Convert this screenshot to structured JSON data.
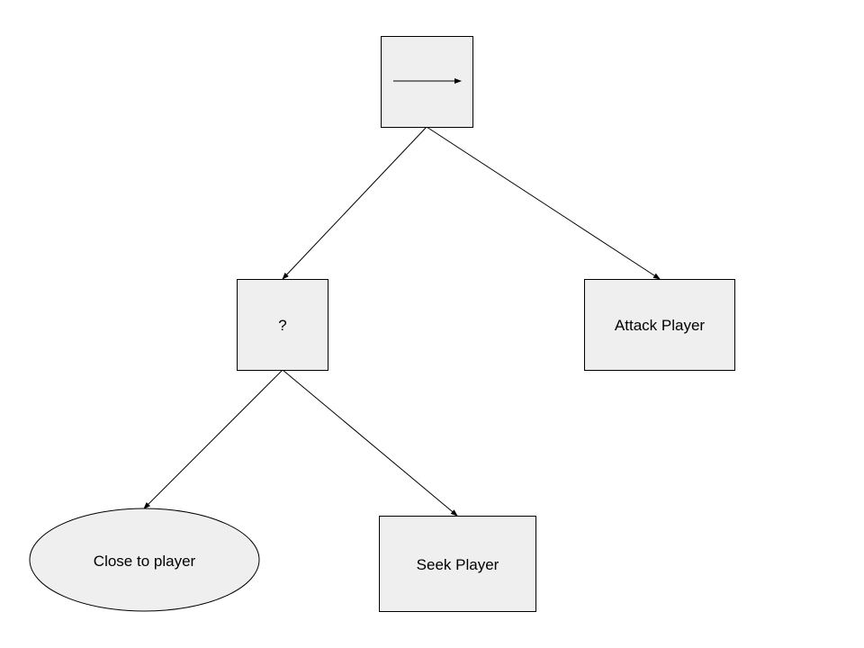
{
  "diagram": {
    "colors": {
      "node_fill": "#efefef",
      "stroke": "#000000",
      "background": "#ffffff"
    },
    "nodes": {
      "sequence": {
        "label": "",
        "icon": "right-arrow-icon",
        "shape": "rectangle"
      },
      "selector": {
        "label": "?",
        "shape": "rectangle"
      },
      "attack": {
        "label": "Attack Player",
        "shape": "rectangle"
      },
      "condition": {
        "label": "Close to player",
        "shape": "ellipse"
      },
      "seek": {
        "label": "Seek Player",
        "shape": "rectangle"
      }
    },
    "edges": [
      {
        "from": "sequence",
        "to": "selector"
      },
      {
        "from": "sequence",
        "to": "attack"
      },
      {
        "from": "selector",
        "to": "condition"
      },
      {
        "from": "selector",
        "to": "seek"
      }
    ]
  }
}
